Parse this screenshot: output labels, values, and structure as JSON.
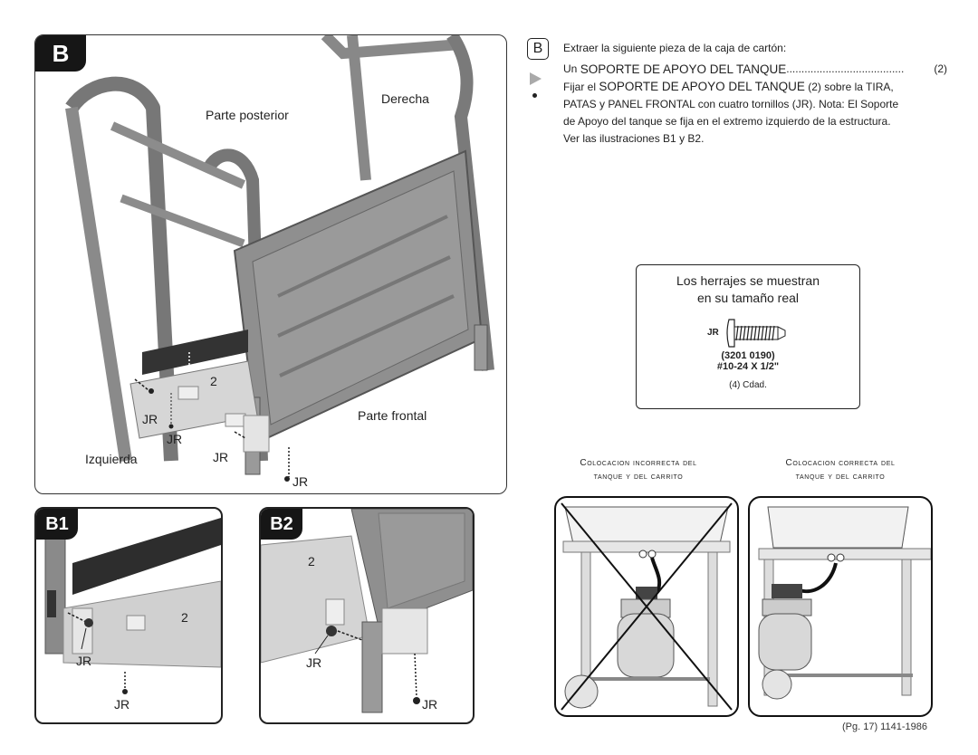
{
  "figure_b": {
    "badge": "B",
    "labels": {
      "rear": "Parte posterior",
      "right": "Derecha",
      "front": "Parte frontal",
      "left": "Izquierda",
      "part_number": "2"
    },
    "screw_label": "JR"
  },
  "figure_b1": {
    "badge": "B1",
    "part_number": "2",
    "screw_label": "JR"
  },
  "figure_b2": {
    "badge": "B2",
    "part_number": "2",
    "screw_label": "JR"
  },
  "instructions": {
    "step": "B",
    "intro": "Extraer la siguiente pieza de la caja de cartón:",
    "item_prefix": "Un ",
    "item_name": "SOPORTE DE APOYO DEL TANQUE",
    "item_dots": ".......................................",
    "item_qty": "(2)",
    "bullet_prefix": "Fijar el ",
    "bullet_name": "SOPORTE DE APOYO DEL TANQUE",
    "bullet_rest_1": " (2) sobre la TIRA,",
    "bullet_line2": "PATAS y PANEL FRONTAL con cuatro tornillos (JR). Nota: El Soporte",
    "bullet_line3": "de Apoyo del tanque se fija en el extremo izquierdo de la estructura.",
    "bullet_line4": "Ver las ilustraciones B1 y B2."
  },
  "hardware": {
    "title_line1": "Los herrajes se muestran",
    "title_line2": "en su tamaño real",
    "code": "JR",
    "part_number": "(3201 0190)",
    "spec": "#10-24 X 1/2\"",
    "qty": "(4) Cdad."
  },
  "tank_incorrect": {
    "line1": "Colocacion incorrecta del",
    "line2": "tanque y del carrito"
  },
  "tank_correct": {
    "line1": "Colocacion correcta del",
    "line2": "tanque y del carrito"
  },
  "footer": "(Pg. 17) 1141-1986"
}
